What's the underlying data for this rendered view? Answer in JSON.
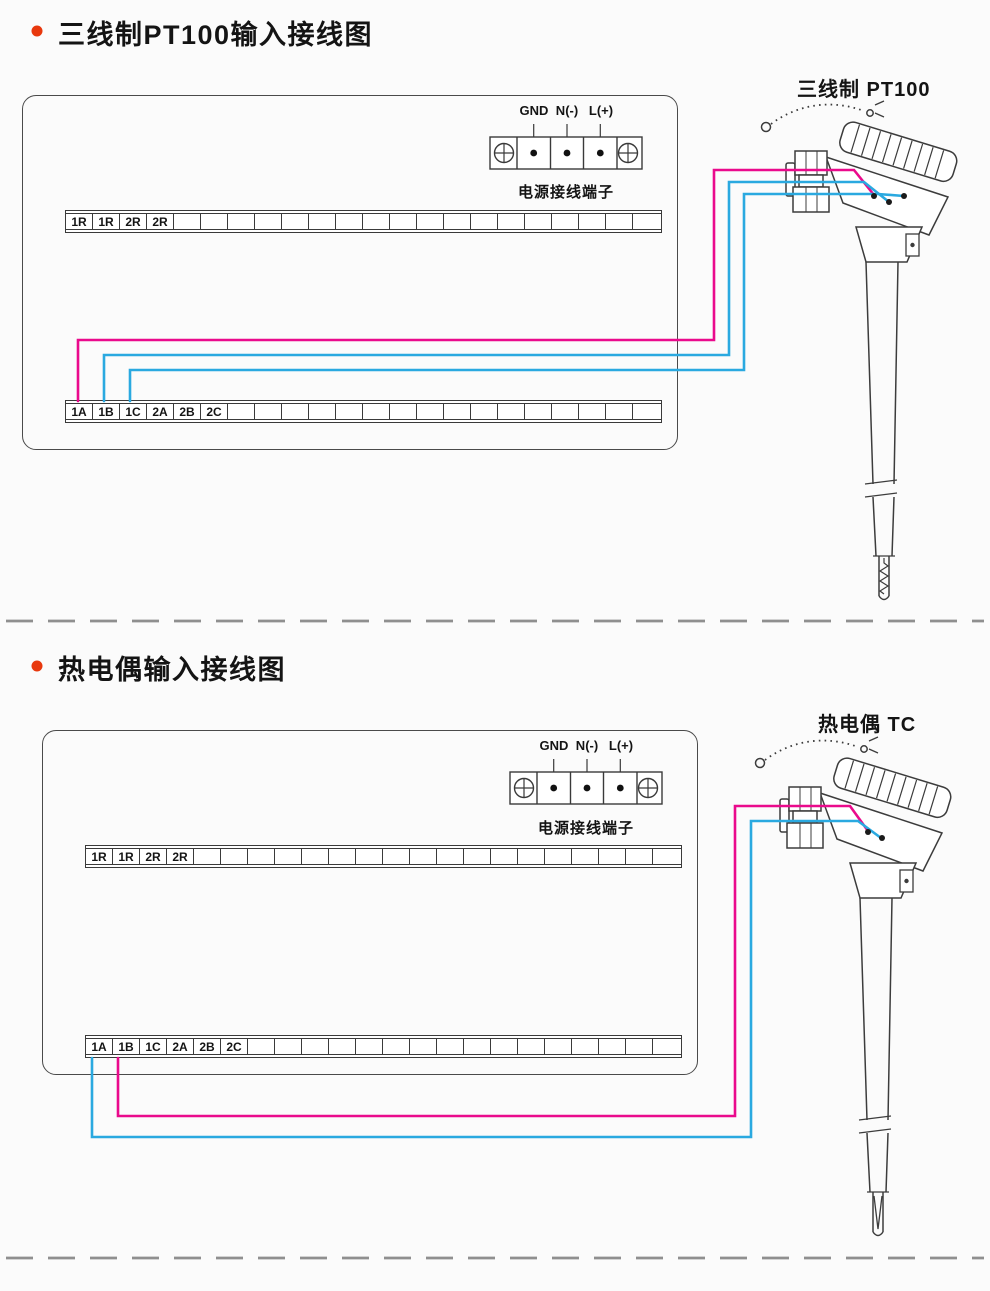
{
  "colors": {
    "wire_pink": "#ea0a8c",
    "wire_blue": "#2aa9e0",
    "line": "#3c3c3c",
    "bullet": "#e8380d"
  },
  "sections": [
    {
      "title": "三线制PT100输入接线图",
      "sensor_label": "三线制 PT100",
      "power": {
        "labels": [
          "GND",
          "N(-)",
          "L(+)"
        ],
        "caption": "电源接线端子"
      },
      "top_strip": {
        "labels": [
          "1R",
          "1R",
          "2R",
          "2R"
        ],
        "total": 22
      },
      "bottom_strip": {
        "labels": [
          "1A",
          "1B",
          "1C",
          "2A",
          "2B",
          "2C"
        ],
        "total": 22
      }
    },
    {
      "title": "热电偶输入接线图",
      "sensor_label": "热电偶 TC",
      "power": {
        "labels": [
          "GND",
          "N(-)",
          "L(+)"
        ],
        "caption": "电源接线端子"
      },
      "top_strip": {
        "labels": [
          "1R",
          "1R",
          "2R",
          "2R"
        ],
        "total": 22
      },
      "bottom_strip": {
        "labels": [
          "1A",
          "1B",
          "1C",
          "2A",
          "2B",
          "2C"
        ],
        "total": 22
      }
    }
  ]
}
